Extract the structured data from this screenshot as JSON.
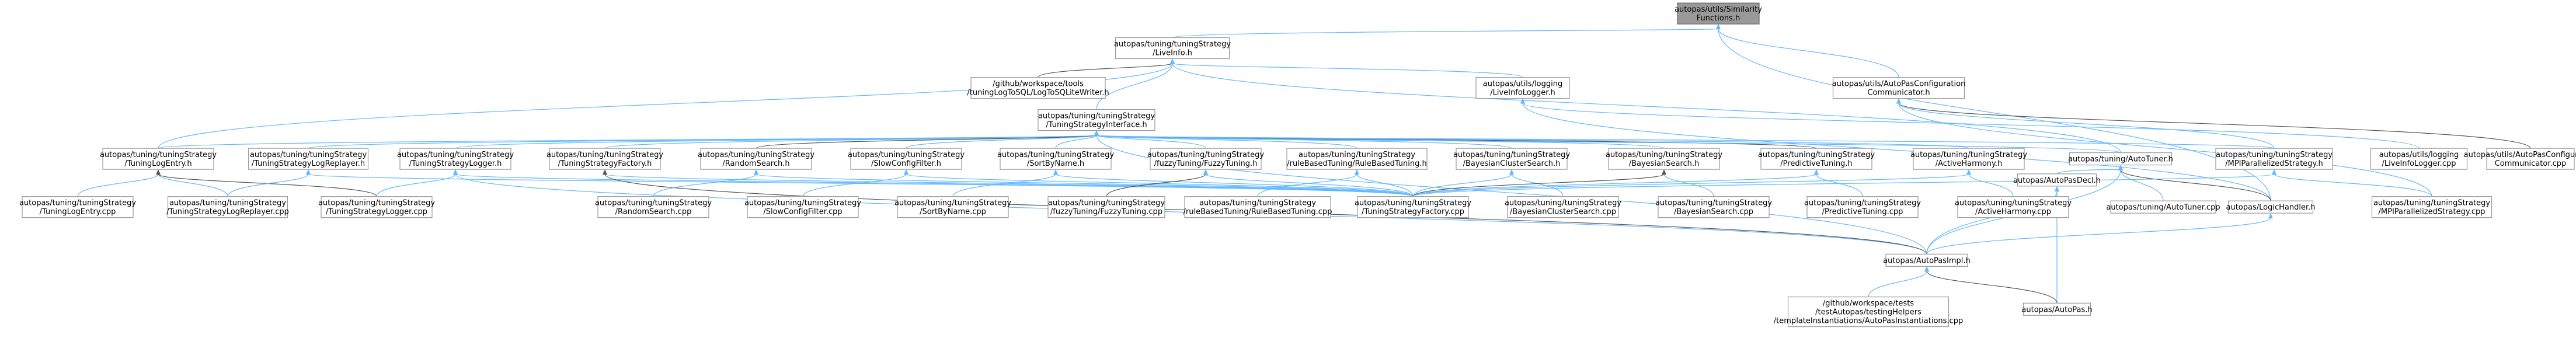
{
  "diagram": {
    "type": "dependency-graph",
    "direction": "bottom-to-top",
    "colors": {
      "root_fill": "#999999",
      "node_fill": "#ffffff",
      "node_border": "#999999",
      "edge": "#63B8FF",
      "edge_dark": "#555555"
    },
    "nodes": [
      {
        "id": "root",
        "lines": [
          "autopas/utils/Similarity",
          "Functions.h"
        ],
        "root": true
      },
      {
        "id": "liveinfo",
        "lines": [
          "autopas/tuning/tuningStrategy",
          "/LiveInfo.h"
        ]
      },
      {
        "id": "logtosql",
        "lines": [
          "/github/workspace/tools",
          "/tuningLogToSQL/LogToSQLiteWriter.h"
        ]
      },
      {
        "id": "liveinfologger_h",
        "lines": [
          "autopas/utils/logging",
          "/LiveInfoLogger.h"
        ]
      },
      {
        "id": "autopasconfigcomm_h",
        "lines": [
          "autopas/utils/AutoPasConfiguration",
          "Communicator.h"
        ]
      },
      {
        "id": "tsi",
        "lines": [
          "autopas/tuning/tuningStrategy",
          "/TuningStrategyInterface.h"
        ]
      },
      {
        "id": "tuninglogentry_h",
        "lines": [
          "autopas/tuning/tuningStrategy",
          "/TuningLogEntry.h"
        ]
      },
      {
        "id": "tslogreplayer_h",
        "lines": [
          "autopas/tuning/tuningStrategy",
          "/TuningStrategyLogReplayer.h"
        ]
      },
      {
        "id": "tslogger_h",
        "lines": [
          "autopas/tuning/tuningStrategy",
          "/TuningStrategyLogger.h"
        ]
      },
      {
        "id": "tsfactory_h",
        "lines": [
          "autopas/tuning/tuningStrategy",
          "/TuningStrategyFactory.h"
        ]
      },
      {
        "id": "randomsearch_h",
        "lines": [
          "autopas/tuning/tuningStrategy",
          "/RandomSearch.h"
        ]
      },
      {
        "id": "slowconfig_h",
        "lines": [
          "autopas/tuning/tuningStrategy",
          "/SlowConfigFilter.h"
        ]
      },
      {
        "id": "sortbyname_h",
        "lines": [
          "autopas/tuning/tuningStrategy",
          "/SortByName.h"
        ]
      },
      {
        "id": "fuzzy_h",
        "lines": [
          "autopas/tuning/tuningStrategy",
          "/fuzzyTuning/FuzzyTuning.h"
        ]
      },
      {
        "id": "rulebased_h",
        "lines": [
          "autopas/tuning/tuningStrategy",
          "/ruleBasedTuning/RuleBasedTuning.h"
        ]
      },
      {
        "id": "bayescluster_h",
        "lines": [
          "autopas/tuning/tuningStrategy",
          "/BayesianClusterSearch.h"
        ]
      },
      {
        "id": "bayessearch_h",
        "lines": [
          "autopas/tuning/tuningStrategy",
          "/BayesianSearch.h"
        ]
      },
      {
        "id": "predictive_h",
        "lines": [
          "autopas/tuning/tuningStrategy",
          "/PredictiveTuning.h"
        ]
      },
      {
        "id": "activeharmony_h",
        "lines": [
          "autopas/tuning/tuningStrategy",
          "/ActiveHarmony.h"
        ]
      },
      {
        "id": "autotuner_h",
        "lines": [
          "autopas/tuning/AutoTuner.h"
        ]
      },
      {
        "id": "mpipar_h",
        "lines": [
          "autopas/tuning/tuningStrategy",
          "/MPIParallelizedStrategy.h"
        ]
      },
      {
        "id": "liveinfologger_cpp",
        "lines": [
          "autopas/utils/logging",
          "/LiveInfoLogger.cpp"
        ]
      },
      {
        "id": "autopasconfigcomm_cpp",
        "lines": [
          "autopas/utils/AutoPasConfiguration",
          "Communicator.cpp"
        ]
      },
      {
        "id": "tuninglogentry_cpp",
        "lines": [
          "autopas/tuning/tuningStrategy",
          "/TuningLogEntry.cpp"
        ]
      },
      {
        "id": "tslogreplayer_cpp",
        "lines": [
          "autopas/tuning/tuningStrategy",
          "/TuningStrategyLogReplayer.cpp"
        ]
      },
      {
        "id": "tslogger_cpp",
        "lines": [
          "autopas/tuning/tuningStrategy",
          "/TuningStrategyLogger.cpp"
        ]
      },
      {
        "id": "randomsearch_cpp",
        "lines": [
          "autopas/tuning/tuningStrategy",
          "/RandomSearch.cpp"
        ]
      },
      {
        "id": "slowconfig_cpp",
        "lines": [
          "autopas/tuning/tuningStrategy",
          "/SlowConfigFilter.cpp"
        ]
      },
      {
        "id": "sortbyname_cpp",
        "lines": [
          "autopas/tuning/tuningStrategy",
          "/SortByName.cpp"
        ]
      },
      {
        "id": "fuzzy_cpp",
        "lines": [
          "autopas/tuning/tuningStrategy",
          "/fuzzyTuning/FuzzyTuning.cpp"
        ]
      },
      {
        "id": "rulebased_cpp",
        "lines": [
          "autopas/tuning/tuningStrategy",
          "/ruleBasedTuning/RuleBasedTuning.cpp"
        ]
      },
      {
        "id": "tsfactory_cpp",
        "lines": [
          "autopas/tuning/tuningStrategy",
          "/TuningStrategyFactory.cpp"
        ]
      },
      {
        "id": "bayescluster_cpp",
        "lines": [
          "autopas/tuning/tuningStrategy",
          "/BayesianClusterSearch.cpp"
        ]
      },
      {
        "id": "bayessearch_cpp",
        "lines": [
          "autopas/tuning/tuningStrategy",
          "/BayesianSearch.cpp"
        ]
      },
      {
        "id": "predictive_cpp",
        "lines": [
          "autopas/tuning/tuningStrategy",
          "/PredictiveTuning.cpp"
        ]
      },
      {
        "id": "activeharmony_cpp",
        "lines": [
          "autopas/tuning/tuningStrategy",
          "/ActiveHarmony.cpp"
        ]
      },
      {
        "id": "autopasdecl_h",
        "lines": [
          "autopas/AutoPasDecl.h"
        ]
      },
      {
        "id": "autotuner_cpp",
        "lines": [
          "autopas/tuning/AutoTuner.cpp"
        ]
      },
      {
        "id": "logichandler_h",
        "lines": [
          "autopas/LogicHandler.h"
        ]
      },
      {
        "id": "mpipar_cpp",
        "lines": [
          "autopas/tuning/tuningStrategy",
          "/MPIParallelizedStrategy.cpp"
        ]
      },
      {
        "id": "autopasimpl_h",
        "lines": [
          "autopas/AutoPasImpl.h"
        ]
      },
      {
        "id": "autopas_h",
        "lines": [
          "autopas/AutoPas.h"
        ]
      },
      {
        "id": "autopasinst_cpp",
        "lines": [
          "/github/workspace/tests",
          "/testAutopas/testingHelpers",
          "/templateInstantiations/AutoPasInstantiations.cpp"
        ]
      }
    ],
    "edges": [
      [
        "root",
        "liveinfo"
      ],
      [
        "root",
        "autopasconfigcomm_h"
      ],
      [
        "root",
        "logichandler_h"
      ],
      [
        "liveinfo",
        "logtosql"
      ],
      [
        "liveinfo",
        "liveinfologger_h"
      ],
      [
        "liveinfo",
        "tsi"
      ],
      [
        "liveinfo",
        "autotuner_h"
      ],
      [
        "liveinfo",
        "tuninglogentry_h"
      ],
      [
        "liveinfologger_h",
        "liveinfologger_cpp"
      ],
      [
        "liveinfologger_h",
        "logichandler_h"
      ],
      [
        "autopasconfigcomm_h",
        "autopasconfigcomm_cpp"
      ],
      [
        "autopasconfigcomm_h",
        "mpipar_h"
      ],
      [
        "autopasconfigcomm_h",
        "mpipar_cpp"
      ],
      [
        "tsi",
        "tuninglogentry_h"
      ],
      [
        "tsi",
        "tslogreplayer_h"
      ],
      [
        "tsi",
        "tslogger_h"
      ],
      [
        "tsi",
        "tsfactory_h"
      ],
      [
        "tsi",
        "randomsearch_h"
      ],
      [
        "tsi",
        "slowconfig_h"
      ],
      [
        "tsi",
        "sortbyname_h"
      ],
      [
        "tsi",
        "fuzzy_h"
      ],
      [
        "tsi",
        "rulebased_h"
      ],
      [
        "tsi",
        "bayescluster_h"
      ],
      [
        "tsi",
        "bayessearch_h"
      ],
      [
        "tsi",
        "predictive_h"
      ],
      [
        "tsi",
        "activeharmony_h"
      ],
      [
        "tsi",
        "autotuner_h"
      ],
      [
        "tsi",
        "mpipar_h"
      ],
      [
        "tsi",
        "autopasimpl_h"
      ],
      [
        "tuninglogentry_h",
        "tuninglogentry_cpp"
      ],
      [
        "tuninglogentry_h",
        "tslogreplayer_cpp"
      ],
      [
        "tuninglogentry_h",
        "tslogger_cpp"
      ],
      [
        "tslogreplayer_h",
        "tslogreplayer_cpp"
      ],
      [
        "tslogreplayer_h",
        "tsfactory_cpp"
      ],
      [
        "tslogger_h",
        "tslogger_cpp"
      ],
      [
        "tslogger_h",
        "tsfactory_cpp"
      ],
      [
        "tslogger_h",
        "autopasimpl_h"
      ],
      [
        "tsfactory_h",
        "tsfactory_cpp"
      ],
      [
        "tsfactory_h",
        "autopasimpl_h"
      ],
      [
        "randomsearch_h",
        "randomsearch_cpp"
      ],
      [
        "randomsearch_h",
        "tsfactory_cpp"
      ],
      [
        "slowconfig_h",
        "slowconfig_cpp"
      ],
      [
        "slowconfig_h",
        "tsfactory_cpp"
      ],
      [
        "sortbyname_h",
        "sortbyname_cpp"
      ],
      [
        "sortbyname_h",
        "tsfactory_cpp"
      ],
      [
        "fuzzy_h",
        "fuzzy_cpp"
      ],
      [
        "fuzzy_h",
        "tsfactory_cpp"
      ],
      [
        "rulebased_h",
        "rulebased_cpp"
      ],
      [
        "rulebased_h",
        "tsfactory_cpp"
      ],
      [
        "bayescluster_h",
        "bayescluster_cpp"
      ],
      [
        "bayescluster_h",
        "tsfactory_cpp"
      ],
      [
        "bayessearch_h",
        "bayessearch_cpp"
      ],
      [
        "bayessearch_h",
        "tsfactory_cpp"
      ],
      [
        "predictive_h",
        "predictive_cpp"
      ],
      [
        "predictive_h",
        "tsfactory_cpp"
      ],
      [
        "activeharmony_h",
        "activeharmony_cpp"
      ],
      [
        "activeharmony_h",
        "tsfactory_cpp"
      ],
      [
        "autotuner_h",
        "autopasdecl_h"
      ],
      [
        "autotuner_h",
        "autotuner_cpp"
      ],
      [
        "autotuner_h",
        "logichandler_h"
      ],
      [
        "autotuner_h",
        "autopasimpl_h"
      ],
      [
        "mpipar_h",
        "mpipar_cpp"
      ],
      [
        "mpipar_h",
        "tsfactory_cpp"
      ],
      [
        "autopasdecl_h",
        "autopasimpl_h"
      ],
      [
        "autopasdecl_h",
        "autopas_h"
      ],
      [
        "logichandler_h",
        "autopasimpl_h"
      ],
      [
        "autopasimpl_h",
        "autopas_h"
      ],
      [
        "autopasimpl_h",
        "autopasinst_cpp"
      ]
    ]
  }
}
